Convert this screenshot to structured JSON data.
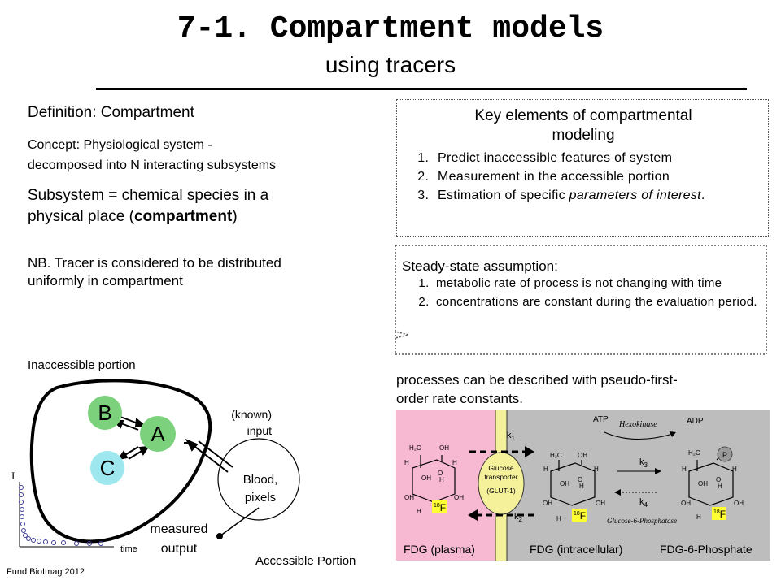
{
  "header": {
    "title": "7-1. Compartment models",
    "subtitle": "using tracers"
  },
  "left": {
    "definition": "Definition: Compartment",
    "concept_line1": "Concept: Physiological system -",
    "concept_line2": "decomposed into N interacting subsystems",
    "subsystem_line1": "Subsystem = chemical species in a",
    "subsystem_pre": "physical place (",
    "subsystem_bold": "compartment",
    "subsystem_post": ")",
    "nb_line1": "NB. Tracer is considered to be distributed",
    "nb_line2": "uniformly in compartment"
  },
  "key_elements": {
    "title_line1": "Key elements of compartmental",
    "title_line2": "modeling",
    "item1": "Predict inaccessible features of system",
    "item2": "Measurement in the accessible portion",
    "item3_pre": "Estimation of specific ",
    "item3_italic": "parameters of interest",
    "item3_post": "."
  },
  "steady_state": {
    "title": "Steady-state assumption:",
    "item1": "metabolic rate of process is not changing with time",
    "item2": "concentrations are constant during the evaluation period."
  },
  "processes_line1": "processes can be described with pseudo-first-",
  "processes_line2": "order rate constants.",
  "diagram": {
    "inaccessible": "Inaccessible portion",
    "node_b": "B",
    "node_a": "A",
    "node_c": "C",
    "known_input_line1": "(known)",
    "known_input_line2": "input",
    "blood_line1": "Blood,",
    "blood_line2": "pixels",
    "measured_line1": "measured",
    "measured_line2": "output",
    "axis_y": "I",
    "axis_x": "time",
    "accessible": "Accessible Portion"
  },
  "fdg": {
    "atp": "ATP",
    "adp": "ADP",
    "hexokinase": "Hexokinase",
    "g6p": "Glucose-6-Phosphatase",
    "k1": "k",
    "k2": "k",
    "k3": "k",
    "k4": "k",
    "k1_sub": "1",
    "k2_sub": "2",
    "k3_sub": "3",
    "k4_sub": "4",
    "transporter_line1": "Glucose",
    "transporter_line2": "transporter",
    "transporter_line3": "(GLUT-1)",
    "label_plasma": "FDG (plasma)",
    "label_intracellular": "FDG (intracellular)",
    "label_6p": "FDG-6-Phosphate",
    "h2c": "H₂C",
    "oh": "OH",
    "h": "H",
    "o": "O",
    "p": "P",
    "f18_sup": "18",
    "f18": "F",
    "colors": {
      "plasma": "#f7b8d2",
      "membrane": "#f5f09a",
      "cell": "#bdbdbd",
      "transporter": "#f5f09a",
      "label18f": "#ffff33"
    }
  },
  "footer": "Fund BioImag 2012"
}
